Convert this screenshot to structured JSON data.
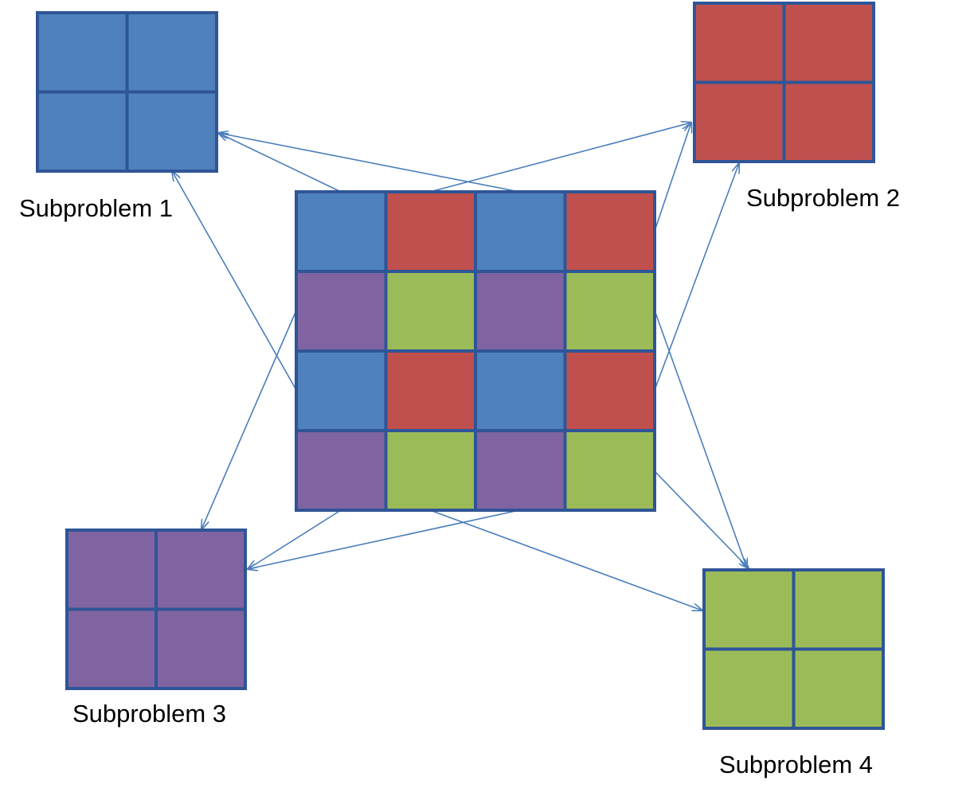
{
  "colors": {
    "blue": "#4f81bd",
    "red": "#c0504d",
    "purple": "#8064a2",
    "green": "#9bbb59",
    "grid_border": "#2f5597",
    "arrow": "#4a7ebb"
  },
  "main_grid": {
    "rows": [
      [
        "blue",
        "red",
        "blue",
        "red"
      ],
      [
        "purple",
        "green",
        "purple",
        "green"
      ],
      [
        "blue",
        "red",
        "blue",
        "red"
      ],
      [
        "purple",
        "green",
        "purple",
        "green"
      ]
    ]
  },
  "subproblems": [
    {
      "label": "Subproblem 1",
      "color": "blue"
    },
    {
      "label": "Subproblem 2",
      "color": "red"
    },
    {
      "label": "Subproblem 3",
      "color": "purple"
    },
    {
      "label": "Subproblem 4",
      "color": "green"
    }
  ]
}
